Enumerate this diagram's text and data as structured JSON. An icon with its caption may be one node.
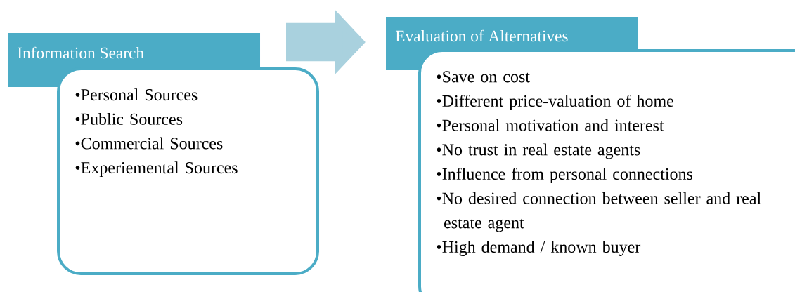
{
  "diagram": {
    "nodes": [
      {
        "text": [
          "Information Search",
          "•Personal Sources",
          "•Public Sources",
          "•Commercial Sources",
          "•Experiemental Sources"
        ]
      },
      {
        "text": [
          "Evaluation of Alternatives",
          "•Save on cost",
          "•Different price-valuation of home",
          "•Personal motivation and interest",
          "•No trust in real estate agents",
          "•Influence from personal connections",
          "•No desired connection between seller and real estate agent",
          "•High demand / known buyer"
        ]
      }
    ],
    "edges": [
      {
        "from": 0,
        "to": 1,
        "arrow": "to"
      }
    ]
  }
}
